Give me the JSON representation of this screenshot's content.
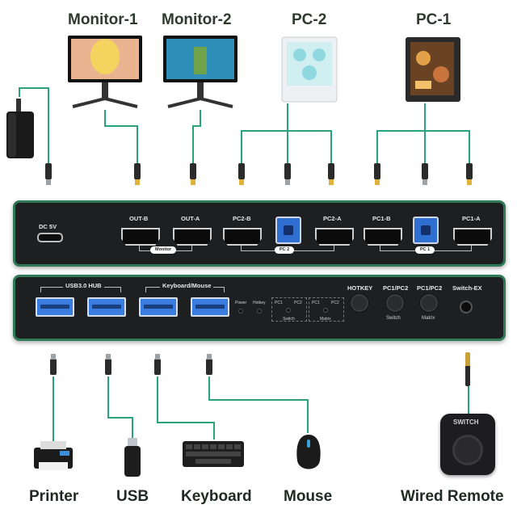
{
  "titles": {
    "monitor1": "Monitor-1",
    "monitor2": "Monitor-2",
    "pc2": "PC-2",
    "pc1": "PC-1"
  },
  "rear_panel": {
    "dc": "DC 5V",
    "out_b": "OUT-B",
    "out_a": "OUT-A",
    "pc2_b": "PC2-B",
    "pc2_a": "PC2-A",
    "pc1_b": "PC1-B",
    "pc1_a": "PC1-A",
    "monitor_group": "Monitor",
    "pc2_group": "PC 2",
    "pc1_group": "PC 1"
  },
  "front_panel": {
    "usb_hub": "USB3.0 HUB",
    "kbm": "Keyboard/Mouse",
    "power": "Power",
    "hotkey_led": "Hotkey",
    "dip1_left": "PC1",
    "dip1_right": "PC2",
    "dip1_caption": "Switch",
    "dip2_left": "PC1",
    "dip2_right": "PC2",
    "dip2_caption": "Matrix",
    "hotkey_btn": "HOTKEY",
    "switch_btn": "PC1/PC2",
    "switch_btn_caption": "Switch",
    "matrix_btn": "PC1/PC2",
    "matrix_btn_caption": "Matrix",
    "switch_ex": "Switch-EX"
  },
  "remote_text": "SWITCH",
  "bottom": {
    "printer": "Printer",
    "usb": "USB",
    "keyboard": "Keyboard",
    "mouse": "Mouse",
    "remote": "Wired Remote"
  },
  "colors": {
    "accent": "#2f7a56",
    "wire": "#2aa37a",
    "chassis": "#1e1f21",
    "port_blue": "#3a7de0"
  }
}
